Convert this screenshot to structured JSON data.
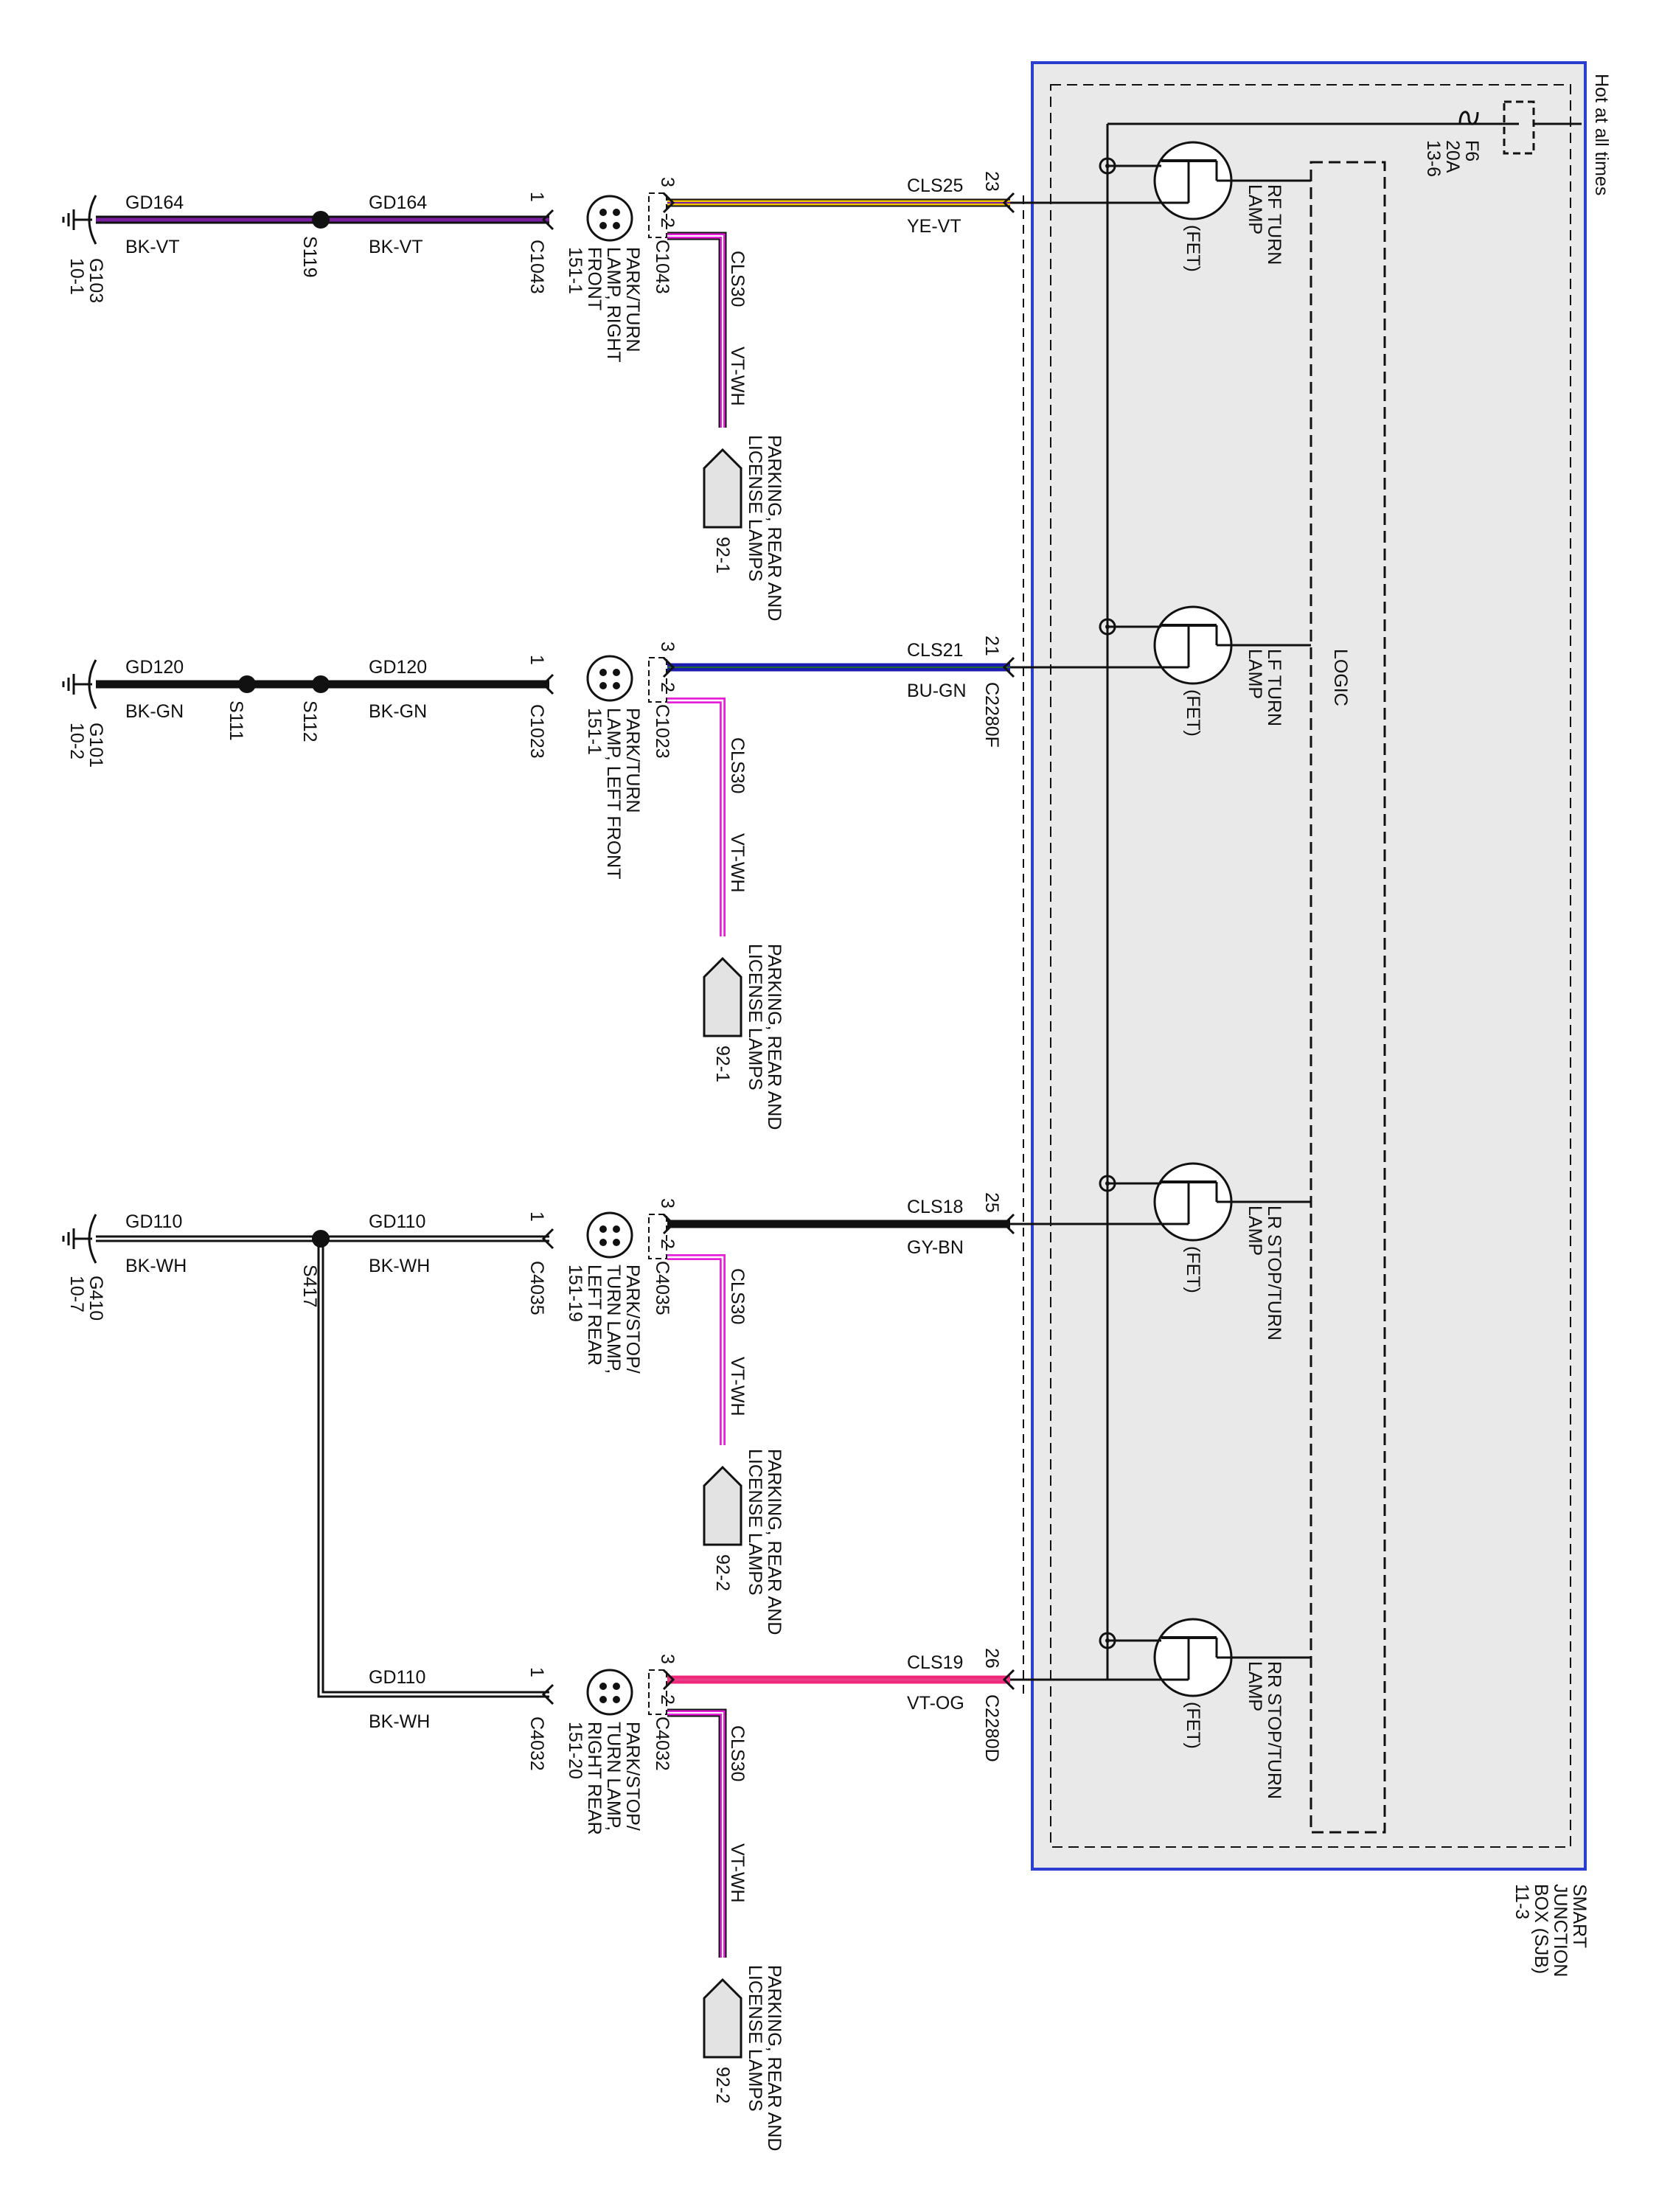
{
  "sjb": {
    "label_lines": [
      "SMART",
      "JUNCTION",
      "BOX (SJB)",
      "11-3"
    ],
    "hot_label": "Hot at all times",
    "fuse_lines": [
      "F6",
      "20A",
      "13-6"
    ],
    "logic_label": "LOGIC",
    "fet_label": "(FET)",
    "c2280f": "C2280F",
    "c2280d": "C2280D"
  },
  "outputs": [
    {
      "name_lines": [
        "RF TURN",
        "LAMP"
      ],
      "pin": "23",
      "circuit": "CLS25",
      "color_code": "YE-VT"
    },
    {
      "name_lines": [
        "LF TURN",
        "LAMP"
      ],
      "pin": "21",
      "circuit": "CLS21",
      "color_code": "BU-GN"
    },
    {
      "name_lines": [
        "LR STOP/TURN",
        "LAMP"
      ],
      "pin": "25",
      "circuit": "CLS18",
      "color_code": "GY-BN"
    },
    {
      "name_lines": [
        "RR STOP/TURN",
        "LAMP"
      ],
      "pin": "26",
      "circuit": "CLS19",
      "color_code": "VT-OG"
    }
  ],
  "lamps": [
    {
      "conn": "C1043",
      "conn_top": "C1043",
      "name_lines": [
        "PARK/TURN",
        "LAMP, RIGHT",
        "FRONT",
        "151-1"
      ]
    },
    {
      "conn": "C1023",
      "conn_top": "C1023",
      "name_lines": [
        "PARK/TURN",
        "LAMP, LEFT FRONT",
        "151-1"
      ]
    },
    {
      "conn": "C4035",
      "conn_top": "C4035",
      "name_lines": [
        "PARK/STOP/",
        "TURN LAMP,",
        "LEFT REAR",
        "151-19"
      ]
    },
    {
      "conn": "C4032",
      "conn_top": "C4032",
      "name_lines": [
        "PARK/STOP/",
        "TURN LAMP,",
        "RIGHT REAR",
        "151-20"
      ]
    }
  ],
  "pins": {
    "p1": "1",
    "p2": "2",
    "p3": "3"
  },
  "parking": [
    {
      "circuit": "CLS30",
      "color_code": "VT-WH",
      "label_lines": [
        "PARKING, REAR AND",
        "LICENSE LAMPS"
      ],
      "ref": "92-1"
    },
    {
      "circuit": "CLS30",
      "color_code": "VT-WH",
      "label_lines": [
        "PARKING, REAR AND",
        "LICENSE LAMPS"
      ],
      "ref": "92-1"
    },
    {
      "circuit": "CLS30",
      "color_code": "VT-WH",
      "label_lines": [
        "PARKING, REAR AND",
        "LICENSE LAMPS"
      ],
      "ref": "92-2"
    },
    {
      "circuit": "CLS30",
      "color_code": "VT-WH",
      "label_lines": [
        "PARKING, REAR AND",
        "LICENSE LAMPS"
      ],
      "ref": "92-2"
    }
  ],
  "grounds": {
    "rf": {
      "circuit": "GD164",
      "color_code": "BK-VT",
      "splice": "S119",
      "ground": "G103",
      "ref": "10-1"
    },
    "lf": {
      "circuit": "GD120",
      "color_code": "BK-GN",
      "splice1": "S111",
      "splice2": "S112",
      "ground": "G101",
      "ref": "10-2"
    },
    "rear": {
      "circuit": "GD110",
      "color_code": "BK-WH",
      "splice": "S417",
      "ground": "G410",
      "ref": "10-7"
    }
  },
  "wire_colors": {
    "yellow": "#f5c400",
    "violet": "#7a1fa2",
    "magenta": "#e81fd9",
    "blue": "#1b1bb0",
    "black": "#111111",
    "pink": "#f0287a",
    "box_border": "#2a3fd0",
    "box_fill": "#e9e9e9"
  }
}
